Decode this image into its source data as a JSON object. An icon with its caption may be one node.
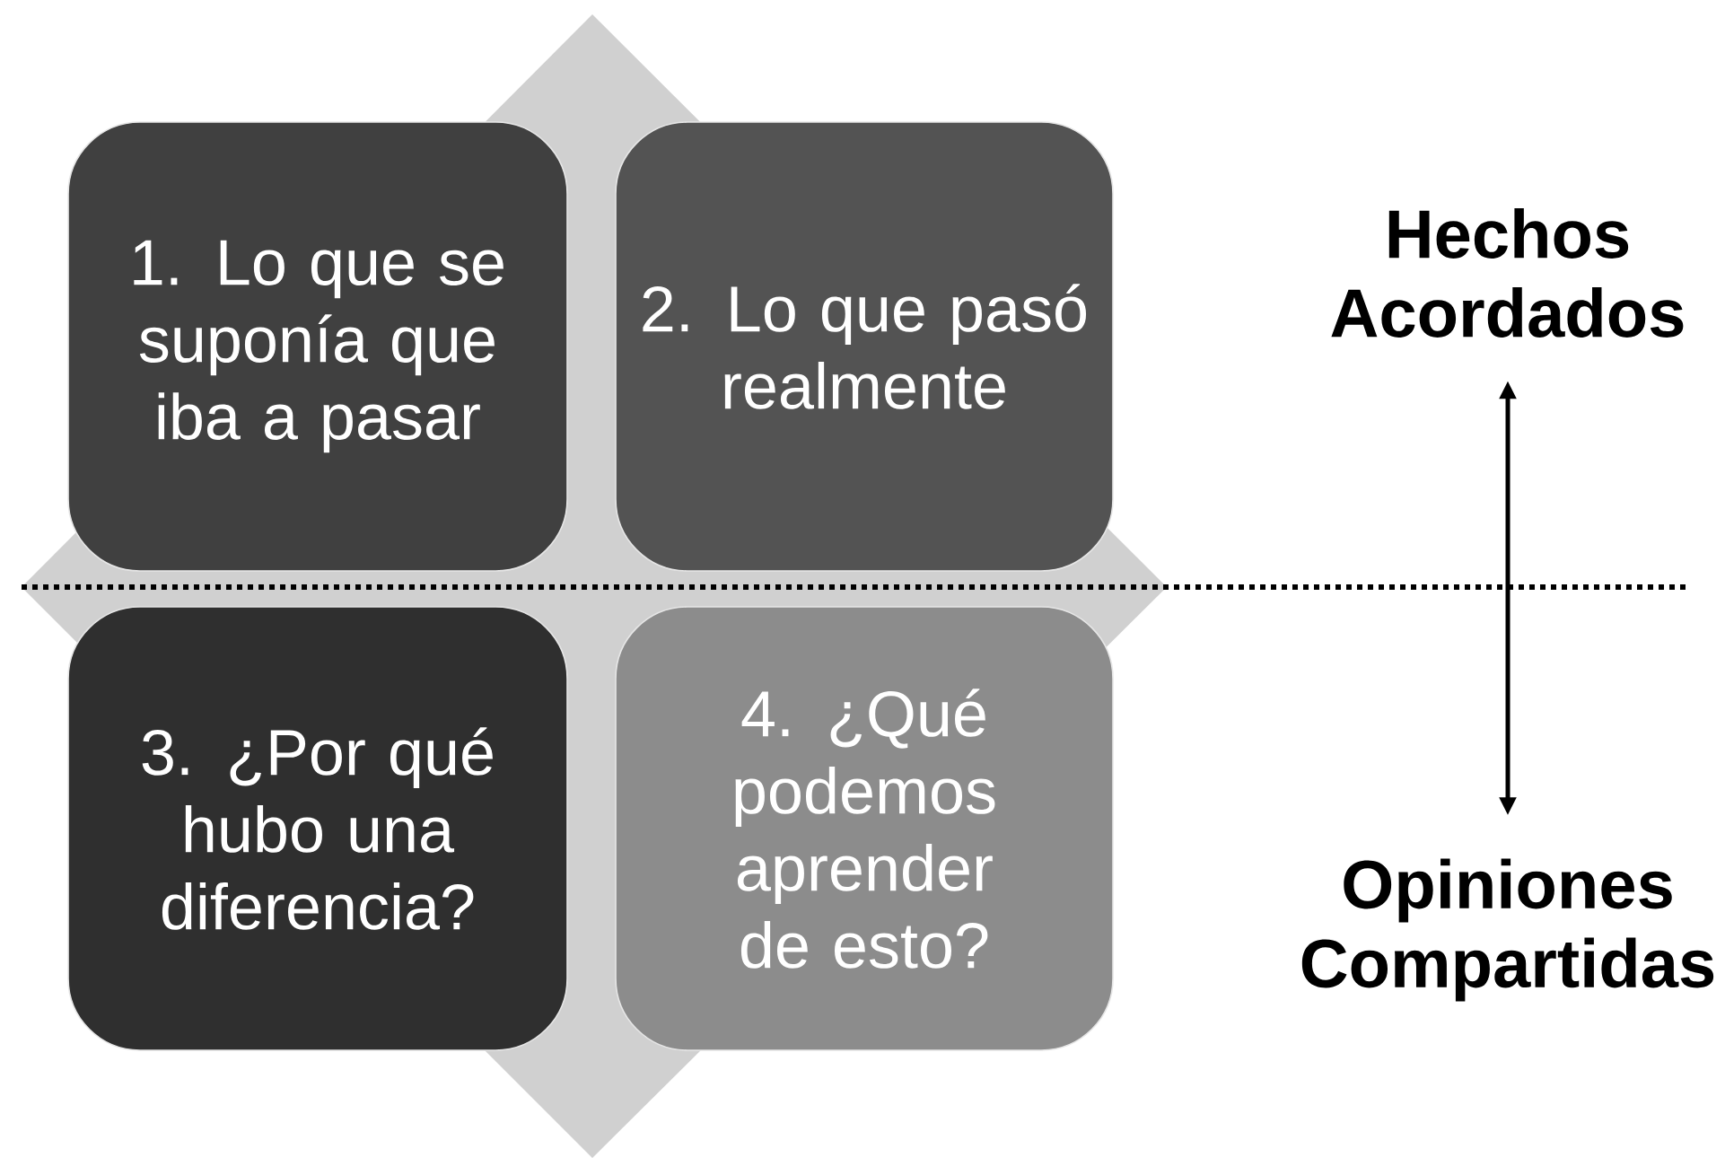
{
  "diagram": {
    "nodes": [
      {
        "text": [
          "1. Lo que se suponía que iba a pasar"
        ]
      },
      {
        "text": [
          "2. Lo que pasó realmente"
        ]
      },
      {
        "text": [
          "3. ¿Por qué hubo una diferencia?"
        ]
      },
      {
        "text": [
          "4.  ¿Qué podemos aprender de esto?"
        ]
      },
      {
        "text": [
          "Hechos Acordados"
        ]
      },
      {
        "text": [
          "Opiniones Compartidas"
        ]
      }
    ],
    "edges": [
      {
        "from": 4,
        "to": 5,
        "arrow": "both"
      }
    ]
  }
}
